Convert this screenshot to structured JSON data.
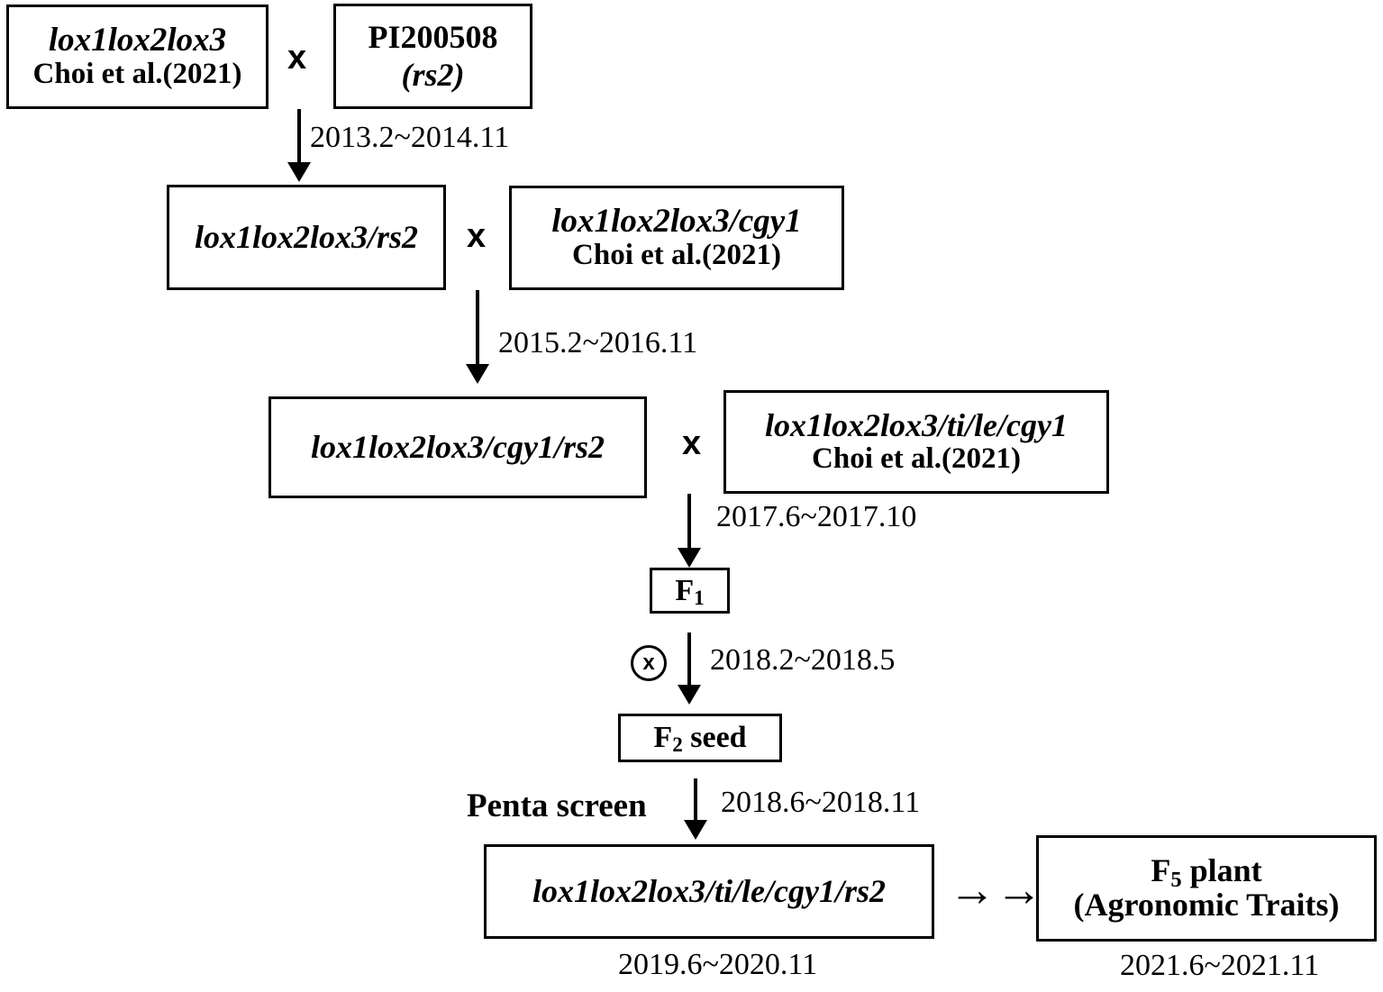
{
  "diagram": {
    "title": "Soybean breeding scheme pedigree flowchart",
    "line_color": "#000000",
    "background": "#ffffff",
    "cross_symbol": "x",
    "selfing_symbol": "x",
    "nodes": {
      "parent1": {
        "line1": "lox1lox2lox3",
        "line2": "Choi et al.(2021)"
      },
      "parent2": {
        "line1": "PI200508",
        "line2": "(rs2)"
      },
      "f1_cross1": {
        "line1": "lox1lox2lox3/rs2"
      },
      "parent3": {
        "line1": "lox1lox2lox3/cgy1",
        "line2": "Choi et al.(2021)"
      },
      "cross2_product": {
        "line1": "lox1lox2lox3/cgy1/rs2"
      },
      "parent4": {
        "line1": "lox1lox2lox3/ti/le/cgy1",
        "line2": "Choi et al.(2021)"
      },
      "f1": {
        "main": "F",
        "sub": "1"
      },
      "f2seed": {
        "main": "F",
        "sub": "2",
        "rest": " seed"
      },
      "penta": {
        "line1": "lox1lox2lox3/ti/le/cgy1/rs2"
      },
      "f5plant": {
        "main": "F",
        "sub": "5",
        "rest": " plant",
        "line2": "(Agronomic Traits)"
      }
    },
    "labels": {
      "date1": "2013.2~2014.11",
      "date2": "2015.2~2016.11",
      "date3": "2017.6~2017.10",
      "date4": "2018.2~2018.5",
      "date5": "2018.6~2018.11",
      "date6": "2019.6~2020.11",
      "date7": "2021.6~2021.11",
      "penta_screen": "Penta screen"
    },
    "arrows": {
      "horizontal1": "→",
      "horizontal2": "→"
    }
  }
}
